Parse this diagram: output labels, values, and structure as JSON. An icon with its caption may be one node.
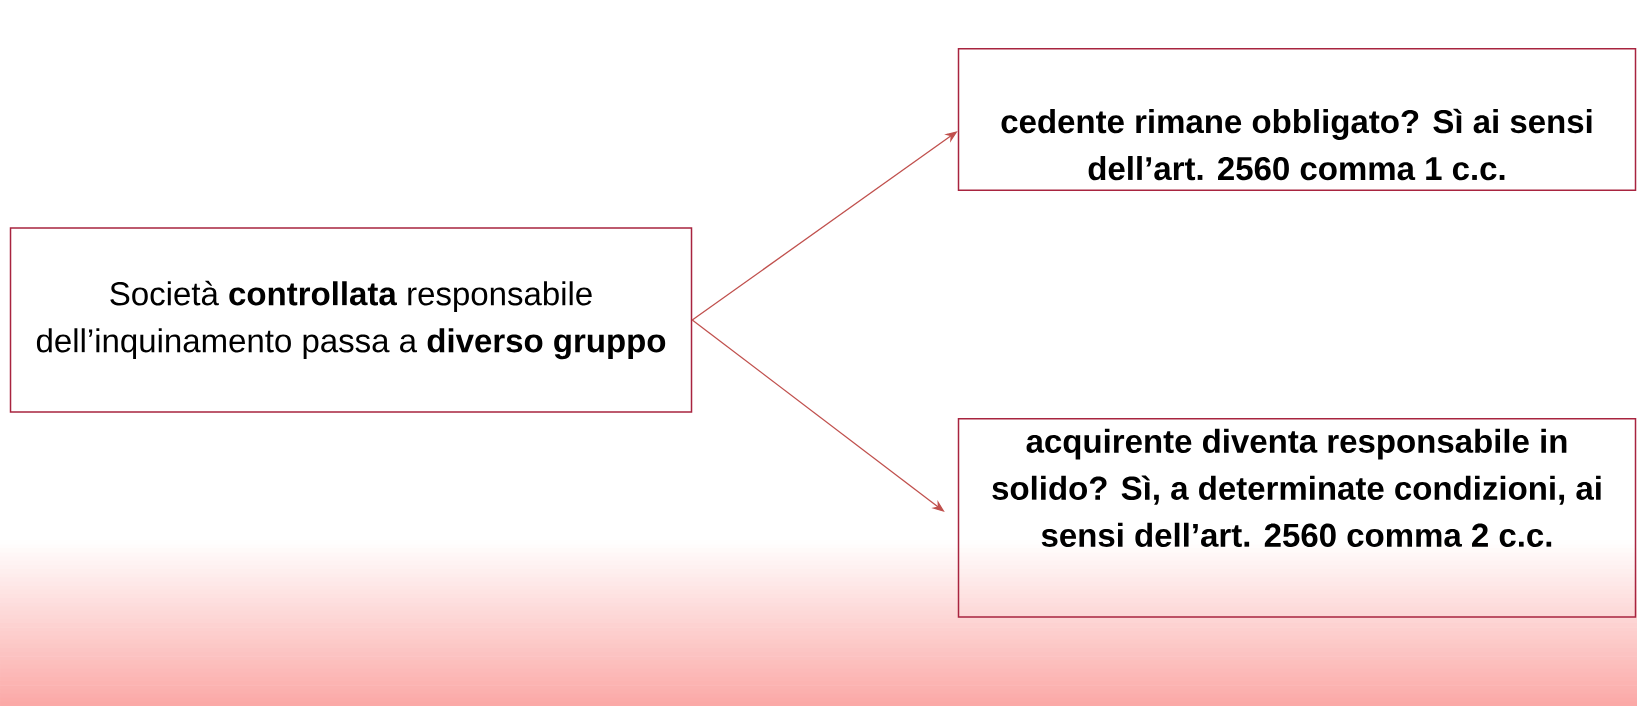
{
  "diagram": {
    "nodes": [
      {
        "text": [
          "Società **controllata** responsabile dell’inquinamento passa a **diverso gruppo**"
        ]
      },
      {
        "text": [
          "cedente rimane obbligato? Sì ai sensi dell’art. 2560 comma 1 c.c."
        ]
      },
      {
        "text": [
          "**acquirente diventa responsabile in solido? Sì, a determinate condizioni, ai sensi dell’art. 2560 comma 2 c.c**."
        ]
      }
    ],
    "edges": [
      {
        "from": 0,
        "to": 1,
        "arrow": "to"
      },
      {
        "from": 0,
        "to": 2,
        "arrow": "to"
      }
    ]
  }
}
